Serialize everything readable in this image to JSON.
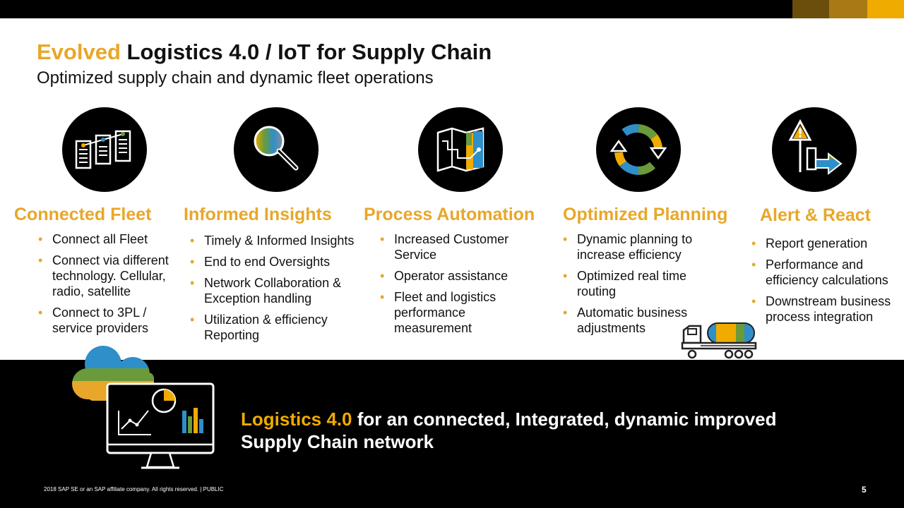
{
  "header": {
    "title_accent": "Evolved",
    "title_rest": " Logistics 4.0 / IoT for Supply Chain",
    "subtitle": "Optimized supply chain and dynamic fleet operations"
  },
  "columns": [
    {
      "title": "Connected Fleet",
      "icon": "fleet-tablets-icon",
      "bullets": [
        "Connect all Fleet",
        "Connect via different technology. Cellular, radio, satellite",
        "Connect to 3PL / service providers"
      ]
    },
    {
      "title": "Informed Insights",
      "icon": "magnifier-icon",
      "bullets": [
        "Timely & Informed Insights",
        "End to end Oversights",
        "Network Collaboration & Exception handling",
        "Utilization & efficiency Reporting"
      ]
    },
    {
      "title": "Process Automation",
      "icon": "map-route-icon",
      "bullets": [
        "Increased Customer Service",
        "Operator assistance",
        "Fleet and logistics performance measurement"
      ]
    },
    {
      "title": "Optimized Planning",
      "icon": "refresh-cycle-icon",
      "bullets": [
        "Dynamic planning to increase efficiency",
        "Optimized real time routing",
        "Automatic business adjustments"
      ]
    },
    {
      "title": "Alert & React",
      "icon": "alert-sign-icon",
      "bullets": [
        "Report generation",
        "Performance and efficiency calculations",
        "Downstream business process integration"
      ]
    }
  ],
  "banner": {
    "accent": "Logistics 4.0",
    "rest": " for an connected, Integrated, dynamic improved Supply Chain network"
  },
  "footer": {
    "copyright": "2018 SAP SE or an SAP affiliate company. All rights reserved.  |   PUBLIC",
    "page": "5"
  },
  "colors": {
    "accent": "#e8a72a",
    "gold": "#f0ab00",
    "blue": "#2f8fc9",
    "green": "#6a9a3a",
    "black": "#000000"
  }
}
